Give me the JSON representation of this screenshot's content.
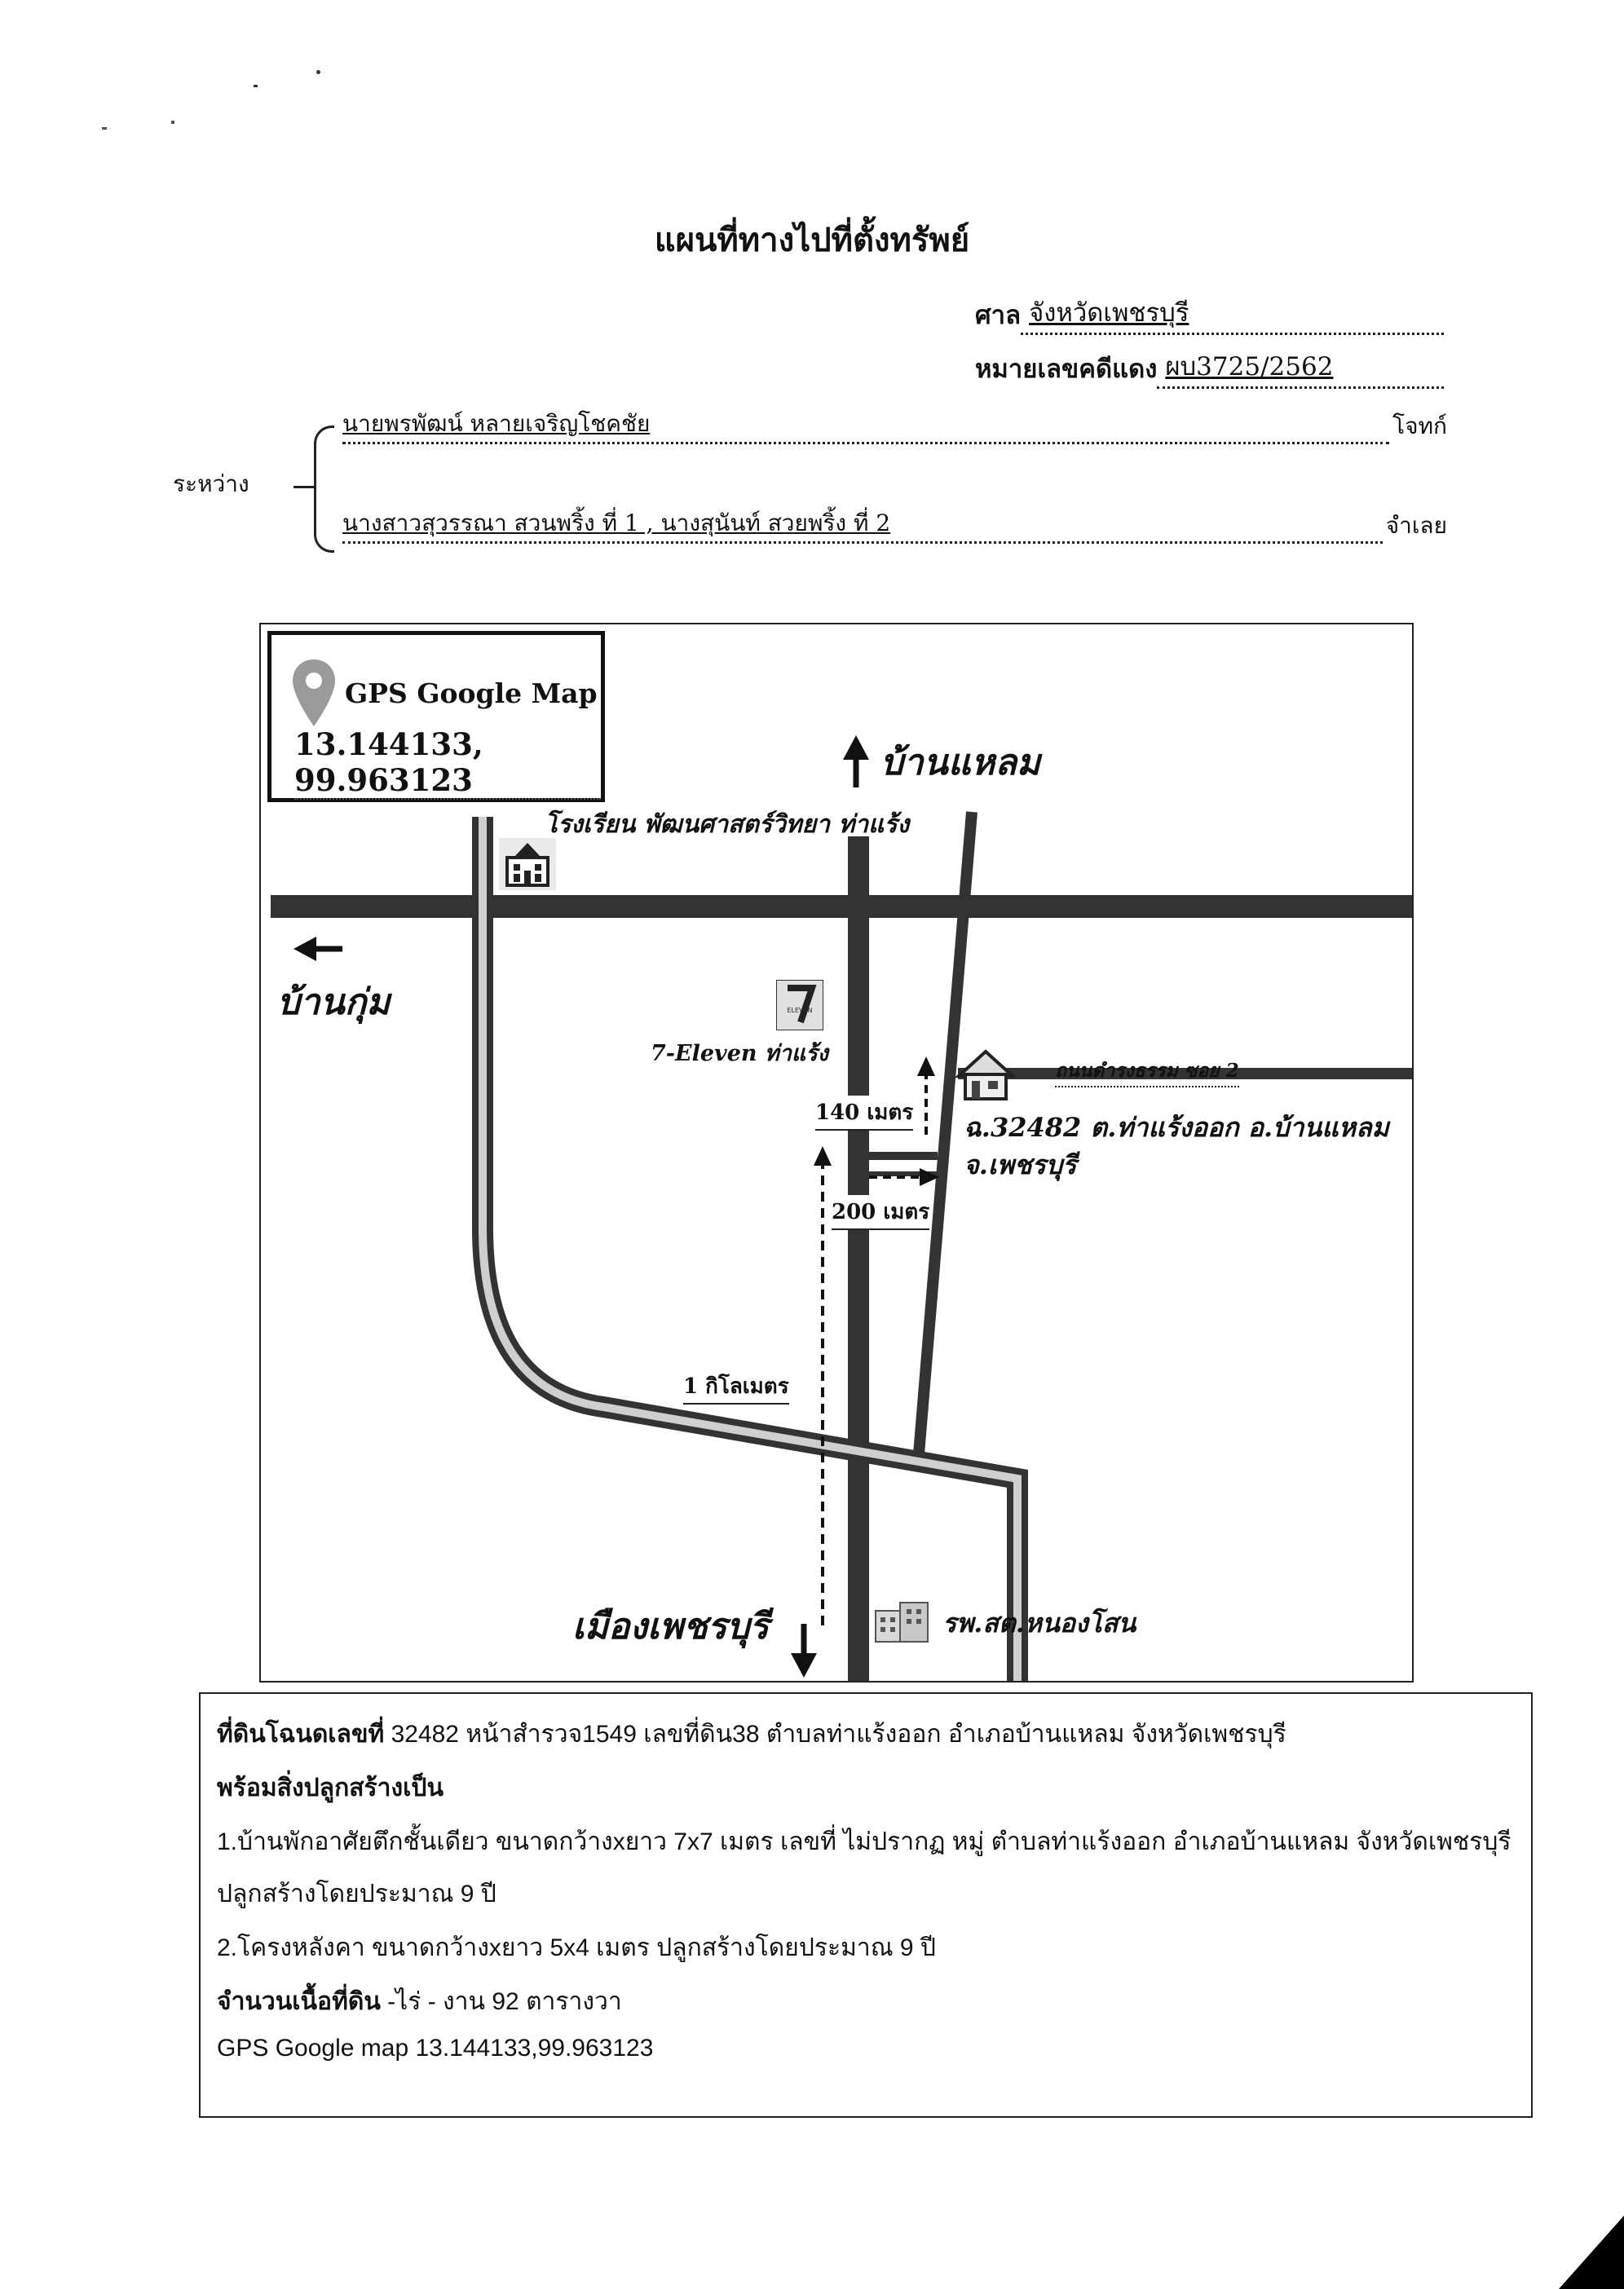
{
  "document": {
    "title": "แผนที่ทางไปที่ตั้งทรัพย์",
    "court_label": "ศาล",
    "court_value": "จังหวัดเพชรบุรี",
    "case_label": "หมายเลขคดีแดง",
    "case_value": "ผบ3725/2562",
    "between_label": "ระหว่าง",
    "plaintiff_name": "นายพรพัฒน์  หลายเจริญโชคชัย",
    "plaintiff_role": "โจทก์",
    "defendant_name": "นางสาวสุวรรณา  สวนพริ้ง ที่ 1 , นางสุนันท์  สวยพริ้ง ที่ 2",
    "defendant_role": "จำเลย"
  },
  "map": {
    "gps_title": "GPS Google Map",
    "gps_coords": "13.144133, 99.963123",
    "north_label": "บ้านแหลม",
    "west_label": "บ้านกุ่ม",
    "south_label": "เมืองเพชรบุรี",
    "school_label": "โรงเรียน พัฒนศาสตร์วิทยา ท่าแร้ง",
    "store_label": "7-Eleven ท่าแร้ง",
    "store_logo_text": "ELEVEN",
    "road_label": "ถนนดำรงธรรม ซอย 2",
    "property_line1": "ฉ.32482 ต.ท่าแร้งออก อ.บ้านแหลม",
    "property_line2": "จ.เพชรบุรี",
    "dist_140": "140 เมตร",
    "dist_200": "200 เมตร",
    "dist_1km": "1 กิโลเมตร",
    "hospital_label": "รพ.สต.หนองโสน",
    "colors": {
      "road": "#333333",
      "pin": "#9a9a9a",
      "store_logo": "#e0e0e0"
    },
    "icons": [
      "map-pin-icon",
      "school-icon",
      "seven-eleven-logo-icon",
      "house-icon",
      "hospital-icon",
      "arrow-up-icon",
      "arrow-left-icon",
      "arrow-down-icon",
      "arrow-right-icon"
    ]
  },
  "description": {
    "line1_bold": "ที่ดินโฉนดเลขที่",
    "line1_rest": " 32482 หน้าสำรวจ1549 เลขที่ดิน38 ตำบลท่าแร้งออก อำเภอบ้านแหลม จังหวัดเพชรบุรี",
    "line2_bold": "พร้อมสิ่งปลูกสร้างเป็น",
    "line3": "1.บ้านพักอาศัยตึกชั้นเดียว ขนาดกว้างxยาว 7x7 เมตร เลขที่ ไม่ปรากฏ หมู่ ตำบลท่าแร้งออก อำเภอบ้านแหลม จังหวัดเพชรบุรี",
    "line4": "ปลูกสร้างโดยประมาณ 9 ปี",
    "line5": "2.โครงหลังคา ขนาดกว้างxยาว 5x4 เมตร ปลูกสร้างโดยประมาณ 9 ปี",
    "line6_bold": "จำนวนเนื้อที่ดิน",
    "line6_rest": " -ไร่ - งาน 92 ตารางวา",
    "line7": "GPS Google map  13.144133,99.963123"
  }
}
